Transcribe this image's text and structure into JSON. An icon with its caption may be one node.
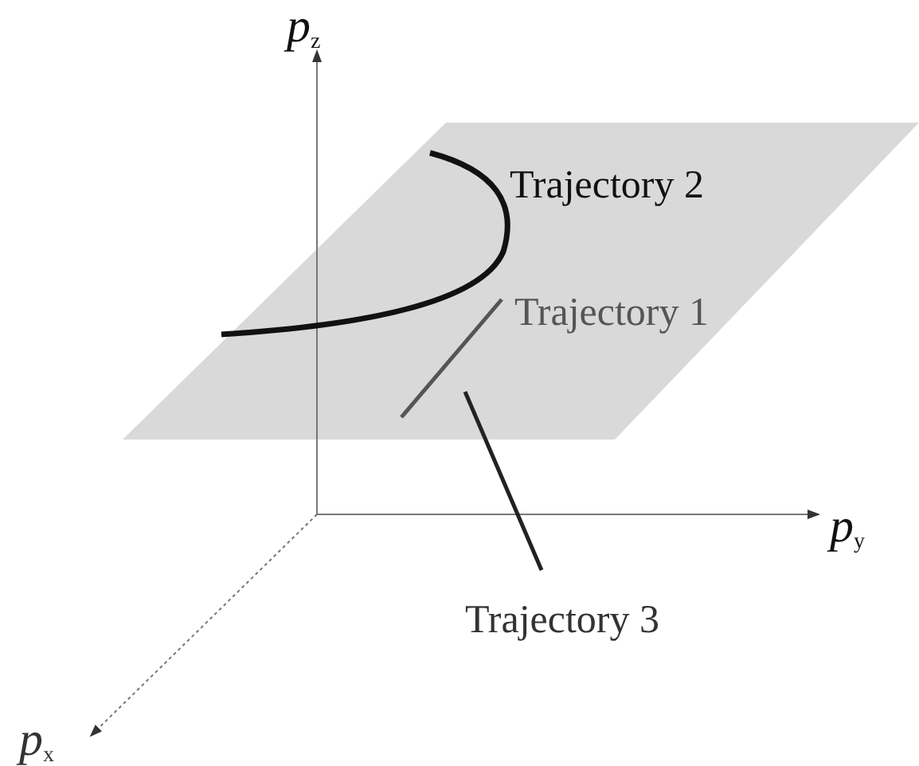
{
  "diagram": {
    "labels": [
      "*p*$_{z}$",
      "Trajectory 2",
      "Trajectory 1",
      "*p*$_{y}$",
      "Trajectory 3",
      "*p*$_{x}$"
    ]
  }
}
